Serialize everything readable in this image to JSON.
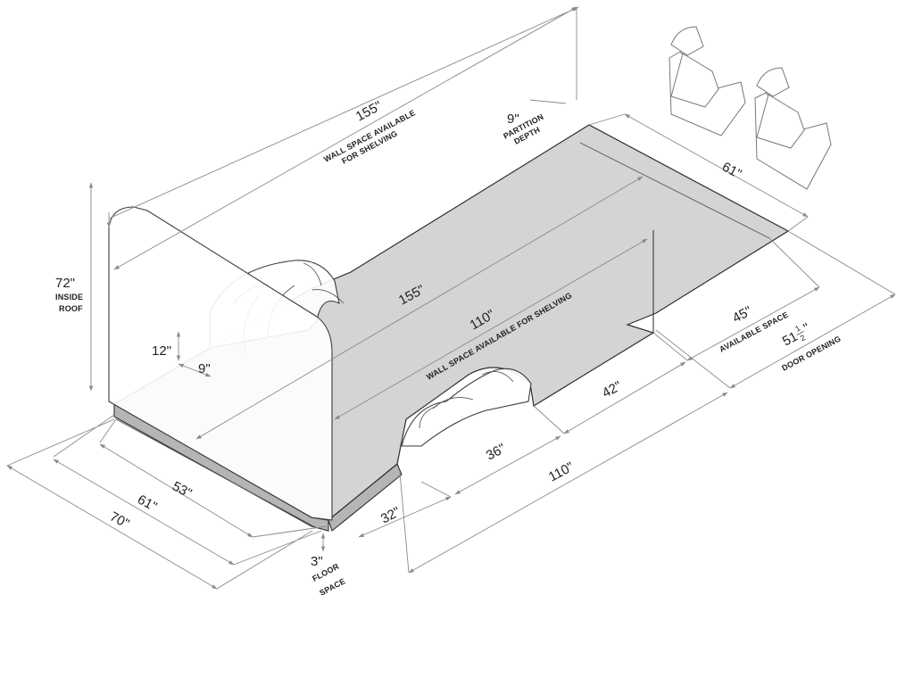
{
  "diagram": {
    "dimensions": {
      "wall_top_length": "155\"",
      "wall_top_caption_1": "WALL SPACE AVAILABLE",
      "wall_top_caption_2": "FOR SHELVING",
      "partition": "9\"",
      "partition_caption_1": "PARTITION",
      "partition_caption_2": "DEPTH",
      "rear_width": "61\"",
      "inside_roof": "72\"",
      "inside_roof_caption_1": "INSIDE",
      "inside_roof_caption_2": "ROOF",
      "wheel_height": "12\"",
      "wheel_depth": "9\"",
      "floor_length": "155\"",
      "wall_side_length": "110\"",
      "wall_side_caption": "WALL SPACE AVAILABLE FOR SHELVING",
      "available_space": "45\"",
      "available_space_caption": "AVAILABLE SPACE",
      "door_opening_whole": "51",
      "door_opening_num": "1",
      "door_opening_den": "2",
      "door_opening_inch": "\"",
      "door_opening_caption": "DOOR OPENING",
      "side_42": "42\"",
      "side_36": "36\"",
      "side_32": "32\"",
      "side_110": "110\"",
      "floor_space": "3\"",
      "floor_space_caption_1": "FLOOR",
      "floor_space_caption_2": "SPACE",
      "width_53": "53\"",
      "width_61": "61\"",
      "width_70": "70\""
    }
  }
}
